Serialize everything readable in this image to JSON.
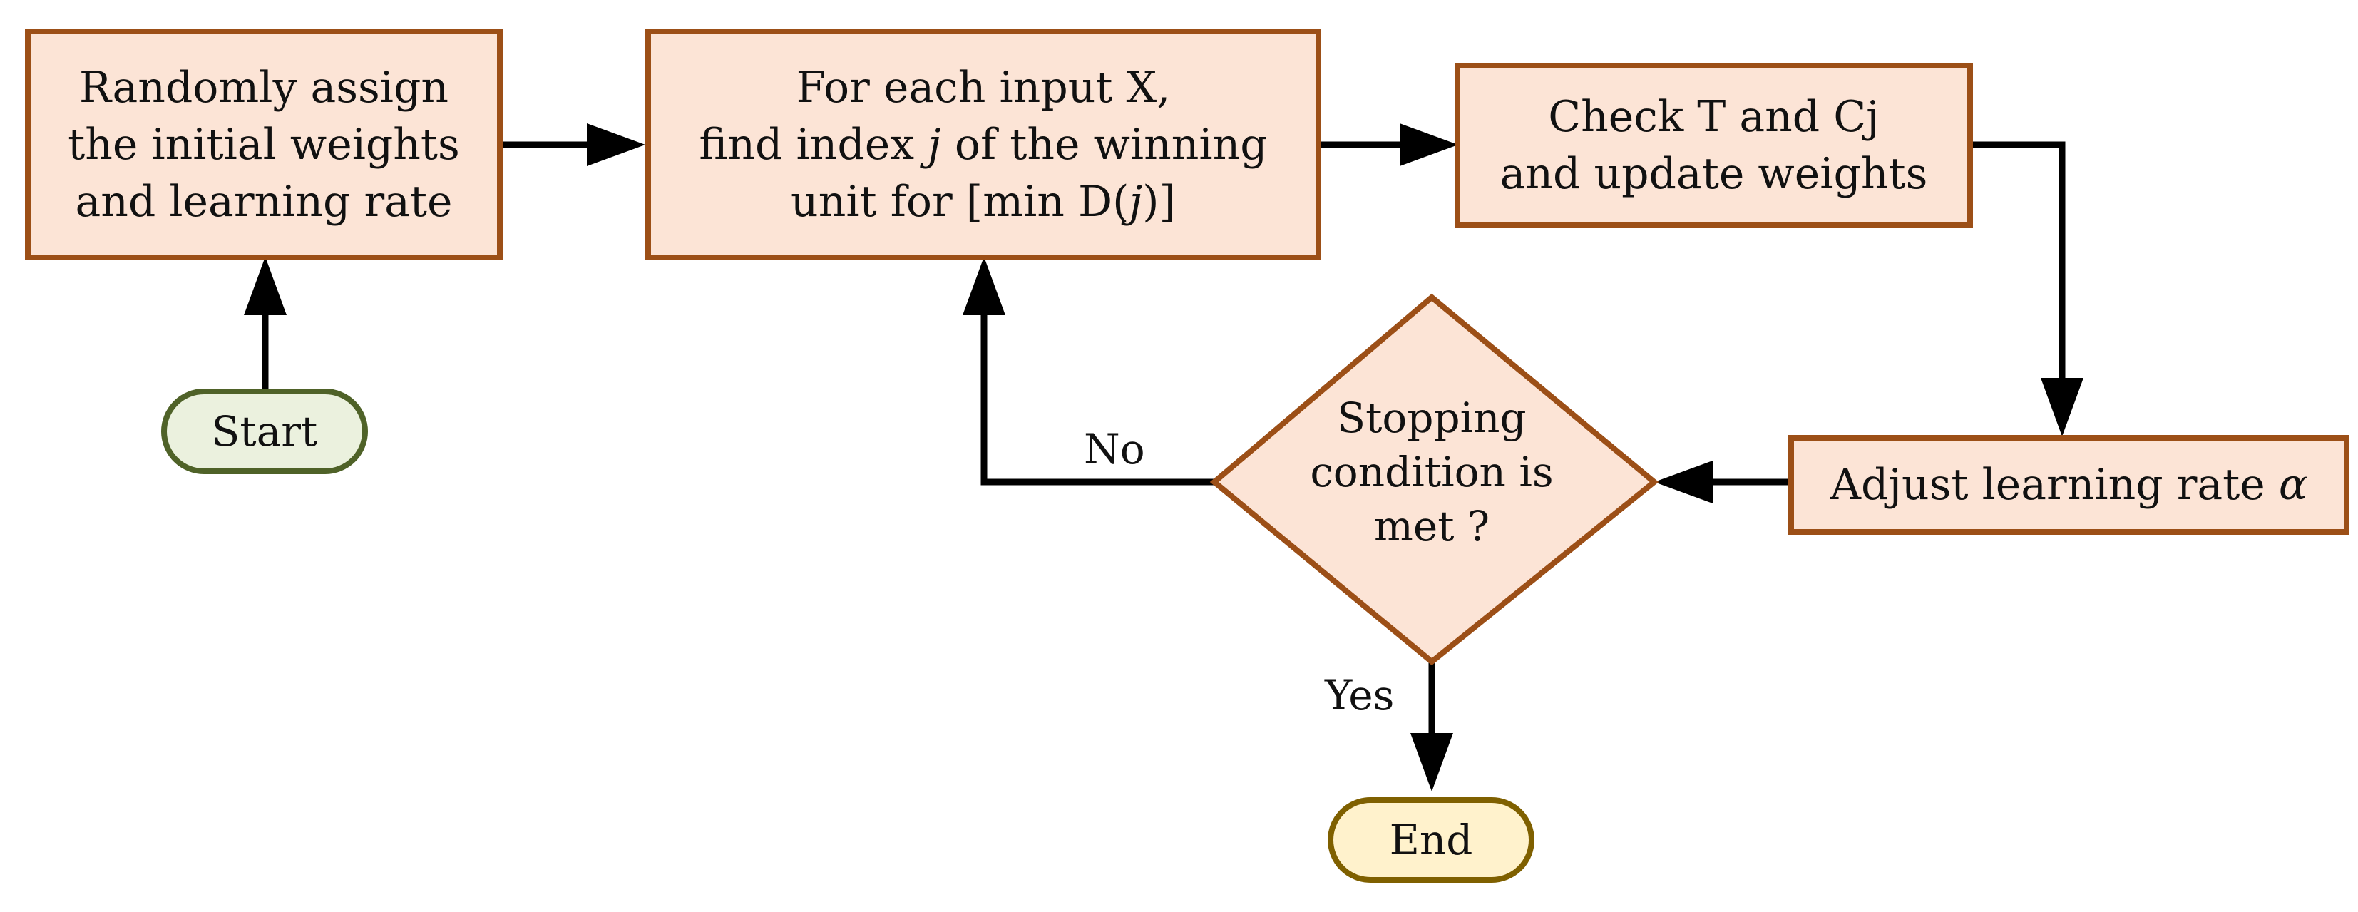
{
  "colors": {
    "box_fill": "#fce4d6",
    "box_border": "#9c4f17",
    "start_fill": "#ebf1de",
    "start_border": "#4f6228",
    "end_fill": "#fff2cc",
    "end_border": "#7f6000",
    "arrow": "#000000"
  },
  "nodes": {
    "init": {
      "line1": "Randomly assign",
      "line2": "the initial weights",
      "line3": "and learning rate"
    },
    "find": {
      "line1": "For each input X,",
      "line2a": "find index ",
      "line2b": "j",
      "line2c": " of the winning",
      "line3a": "unit for [min D(",
      "line3b": "j",
      "line3c": ")]"
    },
    "check": {
      "line1": "Check T and Cj",
      "line2": "and update weights"
    },
    "adjust": {
      "text_a": "Adjust learning rate ",
      "text_b": "α"
    },
    "decision": {
      "line1": "Stopping",
      "line2": "condition is",
      "line3": "met ?"
    },
    "start": {
      "label": "Start"
    },
    "end": {
      "label": "End"
    }
  },
  "edge_labels": {
    "no": "No",
    "yes": "Yes"
  }
}
